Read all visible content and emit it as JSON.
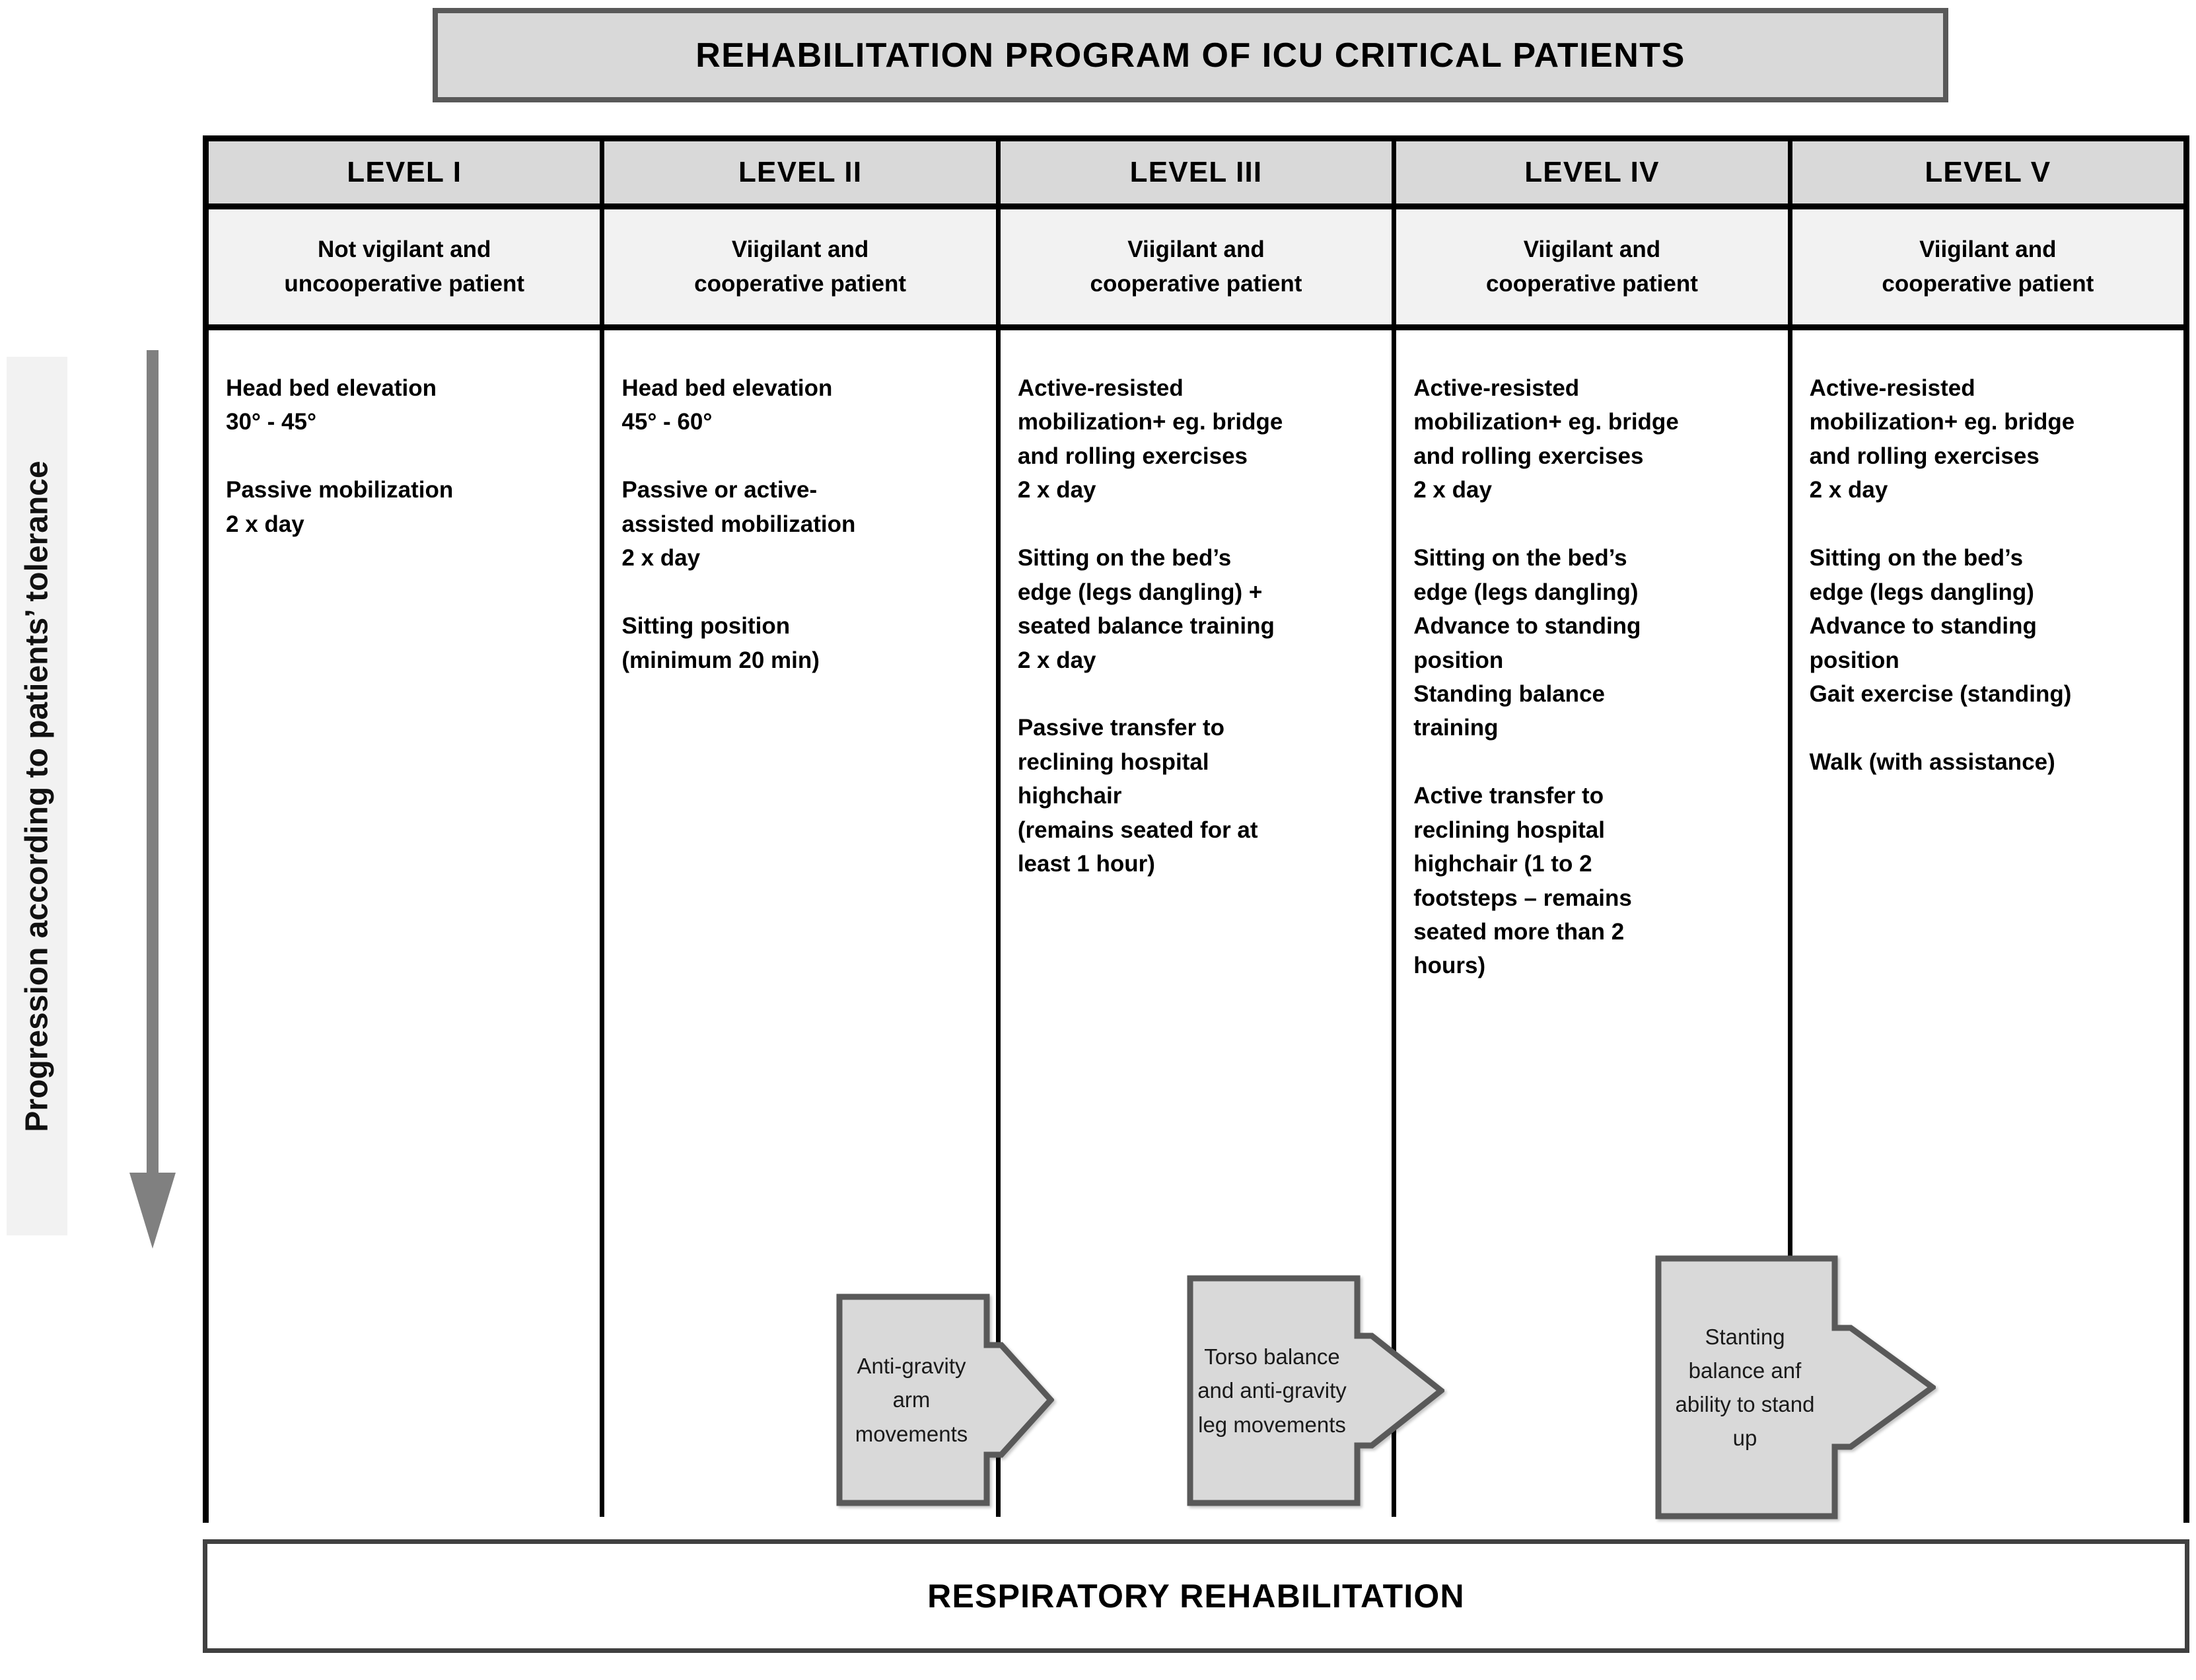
{
  "title": {
    "text": "REHABILITATION PROGRAM OF ICU CRITICAL PATIENTS"
  },
  "footer": {
    "text": "RESPIRATORY REHABILITATION"
  },
  "progression": {
    "label": "Progression according to patients’ tolerance",
    "arrow_direction": "down",
    "arrow_color": "#808080"
  },
  "colors": {
    "header_fill": "#d9d9d9",
    "subheader_fill": "#f2f2f2",
    "body_fill": "#ffffff",
    "grid_line": "#000000",
    "callout_fill": "#d9d9d9",
    "callout_border": "#595959",
    "title_border": "#595959",
    "footer_border": "#404040"
  },
  "columns": [
    {
      "level": "LEVEL I",
      "patient": "Not vigilant and\nuncooperative patient",
      "body": "Head bed elevation\n30° - 45°\n\nPassive mobilization\n2 x day"
    },
    {
      "level": "LEVEL II",
      "patient": "Viigilant and\ncooperative patient",
      "body": "Head bed elevation\n45° - 60°\n\nPassive or active-\nassisted mobilization\n2 x day\n\nSitting position\n(minimum 20 min)"
    },
    {
      "level": "LEVEL III",
      "patient": "Viigilant and\ncooperative patient",
      "body": "Active-resisted\nmobilization+ eg. bridge\nand rolling exercises\n2 x day\n\nSitting on the bed’s\nedge (legs dangling) +\nseated balance training\n2 x day\n\nPassive transfer to\nreclining hospital\nhighchair\n(remains seated for at\nleast 1 hour)"
    },
    {
      "level": "LEVEL IV",
      "patient": "Viigilant and\ncooperative patient",
      "body": "Active-resisted\nmobilization+ eg. bridge\nand rolling exercises\n2 x day\n\nSitting on the bed’s\nedge (legs dangling)\nAdvance to standing\nposition\nStanding balance\ntraining\n\nActive transfer to\nreclining hospital\nhighchair (1 to 2\nfootsteps – remains\nseated more than 2\nhours)"
    },
    {
      "level": "LEVEL V",
      "patient": "Viigilant and\ncooperative patient",
      "body": "Active-resisted\nmobilization+ eg. bridge\nand rolling exercises\n2 x day\n\nSitting on the bed’s\nedge (legs dangling)\nAdvance to standing\nposition\nGait exercise (standing)\n\nWalk (with assistance)"
    }
  ],
  "callouts": [
    {
      "text": "Anti-gravity\narm\nmovements"
    },
    {
      "text": "Torso balance\nand anti-gravity\nleg movements"
    },
    {
      "text": "Stanting\nbalance anf\nability to stand\nup"
    }
  ]
}
